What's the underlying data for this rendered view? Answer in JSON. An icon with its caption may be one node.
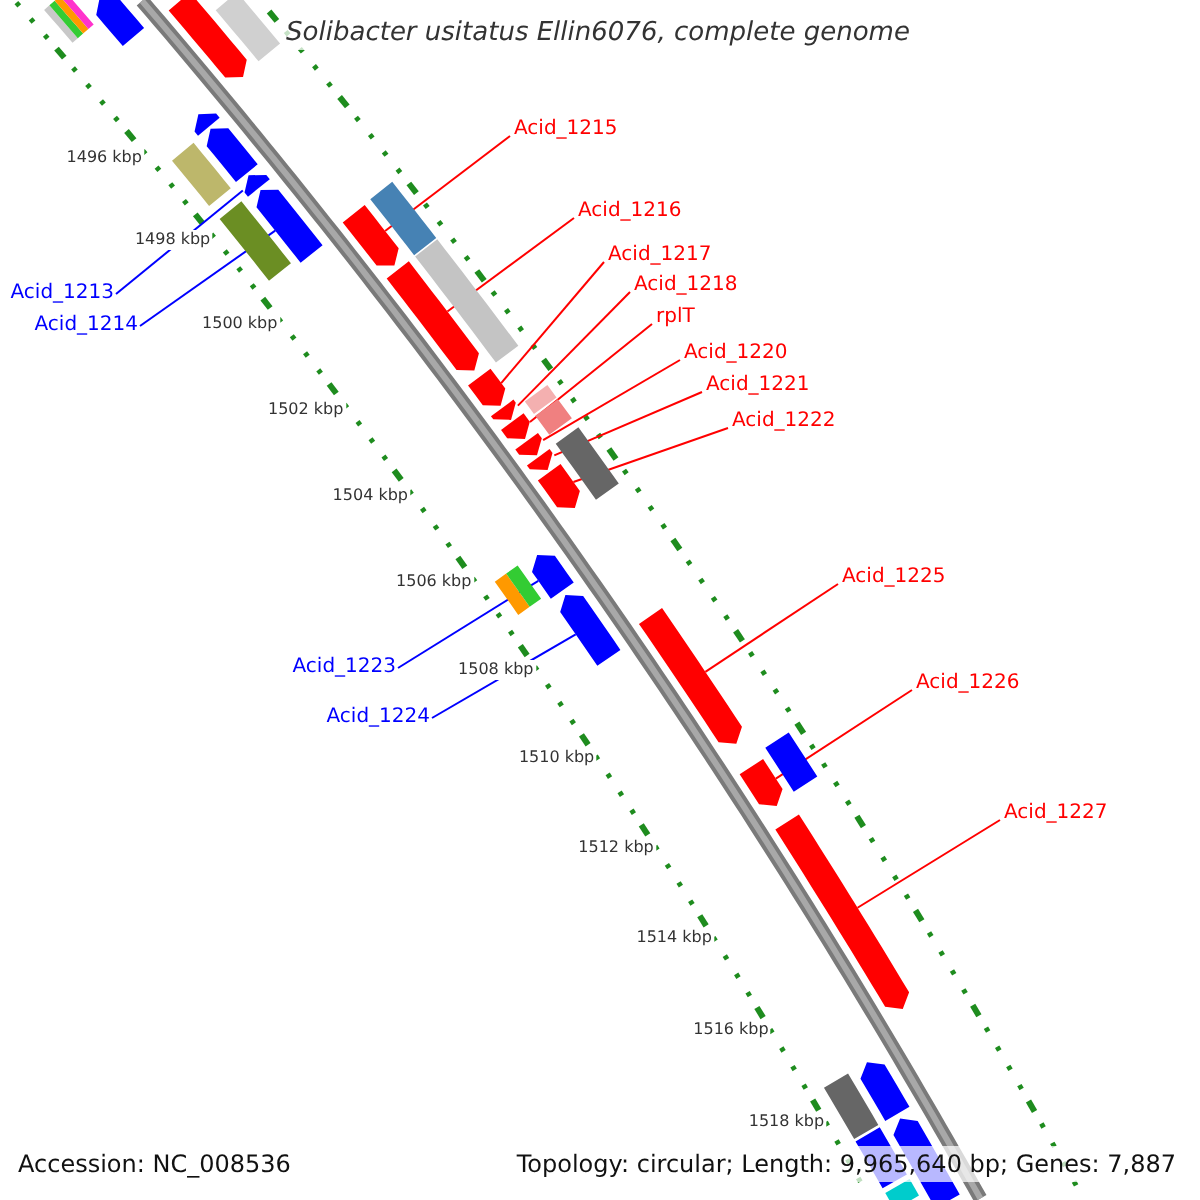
{
  "diagram": {
    "title": "Solibacter usitatus Ellin6076, complete genome",
    "nodes": [
      {
        "text": [
          "Acid_1215"
        ]
      },
      {
        "text": [
          "Acid_1216"
        ]
      },
      {
        "text": [
          "Acid_1217"
        ]
      },
      {
        "text": [
          "Acid_1218"
        ]
      },
      {
        "text": [
          "Acid_1213"
        ]
      },
      {
        "text": [
          "rplT"
        ]
      },
      {
        "text": [
          "Acid_1214"
        ]
      },
      {
        "text": [
          "Acid_1220"
        ]
      },
      {
        "text": [
          "Acid_1221"
        ]
      },
      {
        "text": [
          "Acid_1222"
        ]
      },
      {
        "text": [
          "Acid_1225"
        ]
      },
      {
        "text": [
          "Acid_1223"
        ]
      },
      {
        "text": [
          "Acid_1226"
        ]
      },
      {
        "text": [
          "Acid_1224"
        ]
      },
      {
        "text": [
          "Acid_1227"
        ]
      },
      {
        "text": [],
        "shape": "arrow"
      },
      {
        "text": [],
        "shape": "arrow"
      },
      {
        "text": [],
        "shape": "arrow"
      },
      {
        "text": [],
        "shape": "arrow"
      },
      {
        "text": [],
        "shape": "arrow"
      },
      {
        "text": [],
        "shape": "arrow"
      },
      {
        "text": [],
        "shape": "arrow"
      },
      {
        "text": [],
        "shape": "arrow"
      },
      {
        "text": [],
        "shape": "arrow"
      },
      {
        "text": [],
        "shape": "arrow"
      },
      {
        "text": [],
        "shape": "arrow"
      },
      {
        "text": [],
        "shape": "arrow"
      },
      {
        "text": [],
        "shape": "arrow"
      },
      {
        "text": [],
        "shape": "arrow"
      },
      {
        "text": [],
        "shape": "arrow"
      },
      {
        "text": [],
        "shape": "arrow"
      },
      {
        "text": [],
        "shape": "arrow"
      },
      {
        "text": [],
        "shape": "box"
      },
      {
        "text": [],
        "shape": "arrow"
      },
      {
        "text": [],
        "shape": "arrow"
      },
      {
        "text": [],
        "shape": "arrow"
      },
      {
        "text": [],
        "shape": "box"
      },
      {
        "text": [],
        "shape": "arrow"
      }
    ],
    "edges": [
      {
        "from": 0,
        "to": 21,
        "arrow": "none"
      },
      {
        "from": 1,
        "to": 22,
        "arrow": "none"
      },
      {
        "from": 2,
        "to": 23,
        "arrow": "none"
      },
      {
        "from": 3,
        "to": 24,
        "arrow": "none"
      },
      {
        "from": 4,
        "to": 19,
        "arrow": "none",
        "color": "#0000ff"
      },
      {
        "from": 5,
        "to": 25,
        "arrow": "none"
      },
      {
        "from": 6,
        "to": 20,
        "arrow": "none",
        "color": "#0000ff"
      },
      {
        "from": 7,
        "to": 26,
        "arrow": "none"
      },
      {
        "from": 8,
        "to": 27,
        "arrow": "none"
      },
      {
        "from": 9,
        "to": 28,
        "arrow": "none"
      },
      {
        "from": 10,
        "to": 31,
        "arrow": "none"
      },
      {
        "from": 11,
        "to": 29,
        "arrow": "none",
        "color": "#0000ff"
      },
      {
        "from": 12,
        "to": 33,
        "arrow": "none"
      },
      {
        "from": 13,
        "to": 30,
        "arrow": "none",
        "color": "#0000ff"
      },
      {
        "from": 14,
        "to": 34,
        "arrow": "none"
      }
    ],
    "labels": [
      "1496 kbp",
      "1498 kbp",
      "1500 kbp",
      "1502 kbp",
      "1504 kbp",
      "1506 kbp",
      "1508 kbp",
      "1510 kbp",
      "1512 kbp",
      "1514 kbp",
      "1516 kbp",
      "1518 kbp",
      "Accession: NC_008536",
      "Topology: circular; Length: 9,965,640 bp; Genes: 7,887"
    ]
  }
}
